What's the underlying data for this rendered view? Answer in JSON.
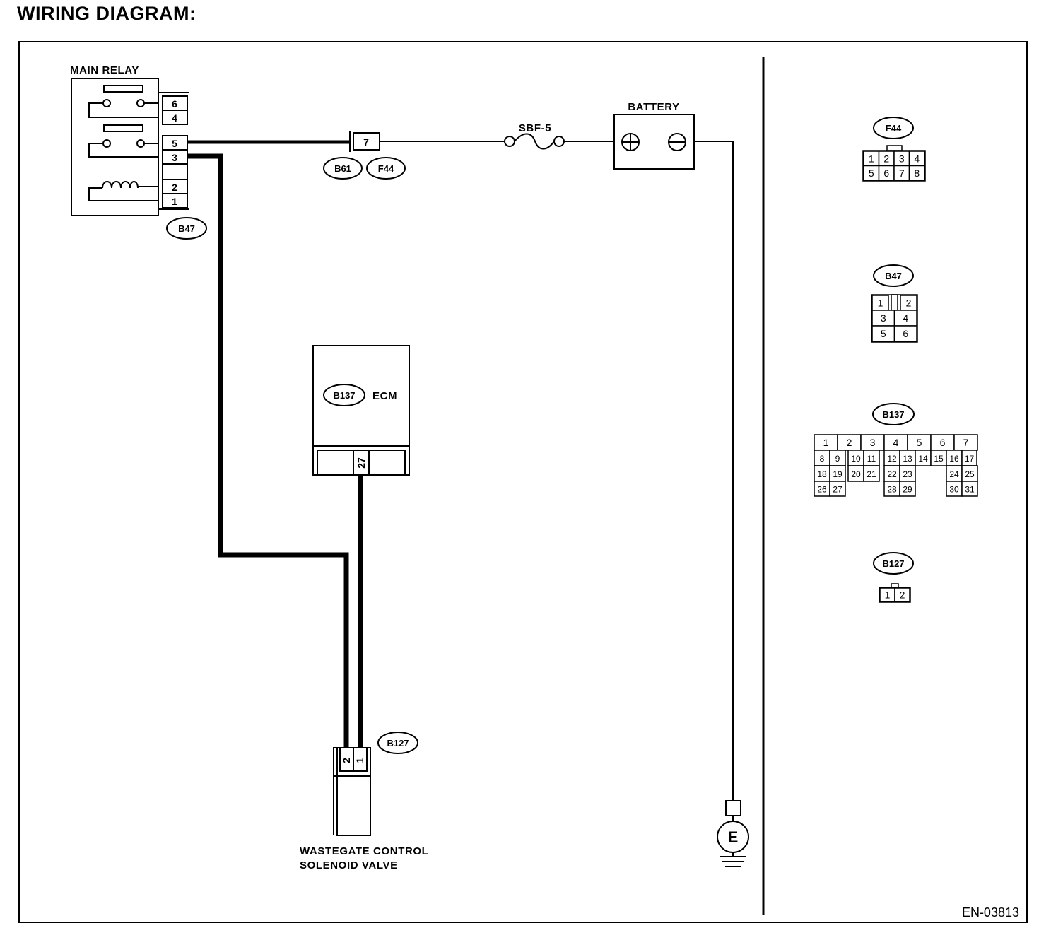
{
  "title": "WIRING DIAGRAM:",
  "doc_id": "EN-03813",
  "components": {
    "main_relay": "MAIN RELAY",
    "battery": "BATTERY",
    "fuse": "SBF-5",
    "ecm": "ECM",
    "valve_line1": "WASTEGATE CONTROL",
    "valve_line2": "SOLENOID VALVE",
    "ground": "E"
  },
  "connectors": {
    "b47": "B47",
    "b61": "B61",
    "f44": "F44",
    "b137": "B137",
    "b127": "B127"
  },
  "pins": {
    "relay": [
      "6",
      "4",
      "5",
      "3",
      "2",
      "1"
    ],
    "f44_joint": "7",
    "ecm": "27",
    "valve": [
      "2",
      "1"
    ]
  },
  "connector_faces": {
    "f44": [
      [
        "1",
        "2",
        "3",
        "4"
      ],
      [
        "5",
        "6",
        "7",
        "8"
      ]
    ],
    "b47": [
      [
        "1",
        "2"
      ],
      [
        "3",
        "4"
      ],
      [
        "5",
        "6"
      ]
    ],
    "b137": {
      "row1": [
        "1",
        "2",
        "3",
        "4",
        "5",
        "6",
        "7"
      ],
      "row2": [
        "8",
        "9",
        "10",
        "11",
        "12",
        "13",
        "14",
        "15",
        "16",
        "17"
      ],
      "row3": [
        "18",
        "19",
        "20",
        "21",
        "22",
        "23",
        "24",
        "25"
      ],
      "row4": [
        "26",
        "27",
        "28",
        "29",
        "30",
        "31"
      ]
    },
    "b127": [
      "1",
      "2"
    ]
  }
}
